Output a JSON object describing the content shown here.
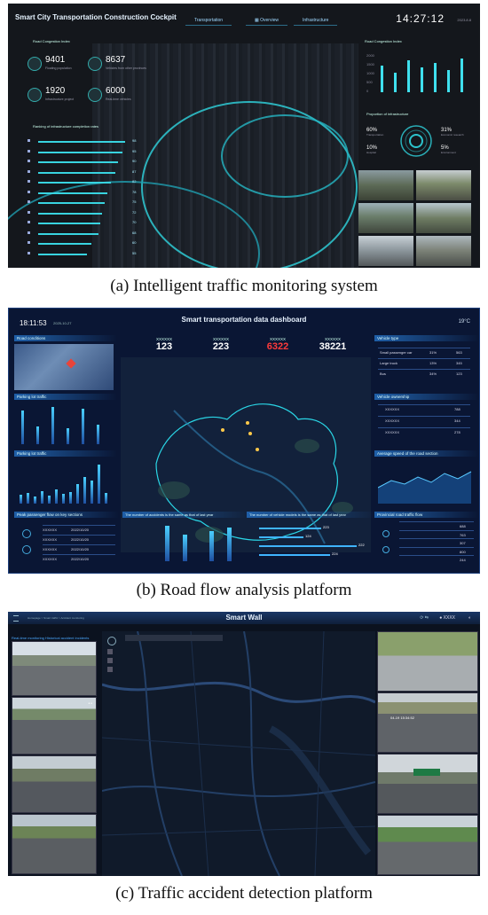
{
  "captions": {
    "a": "(a) Intelligent traffic monitoring system",
    "b": "(b) Road flow analysis platform",
    "c": "(c) Traffic accident detection platform"
  },
  "panel_a": {
    "title": "Smart City Transportation Construction Cockpit",
    "tabs": [
      "Transportation",
      "Overview",
      "Infrastructure"
    ],
    "time": "14:27:12",
    "date": "2023.8.8",
    "section_left_top": "Road Congestion Index",
    "section_left_bottom": "Ranking of infrastructure completion rates",
    "section_right_top": "Road Congestion Index",
    "section_right_mid": "Proportion of infrastructure",
    "stats": [
      {
        "value": "9401",
        "label": "Floating population"
      },
      {
        "value": "8637",
        "label": "Vehicles from other provinces"
      },
      {
        "value": "1920",
        "label": "Infrastructure project"
      },
      {
        "value": "6000",
        "label": "Real-time vehicles"
      }
    ],
    "ranking_values": [
      "98",
      "95",
      "90",
      "87",
      "82",
      "78",
      "75",
      "72",
      "70",
      "68",
      "60",
      "55"
    ],
    "bar_chart_ticks": [
      "2000",
      "1500",
      "1000",
      "500",
      "0"
    ],
    "proportion_items": [
      {
        "value": "60%",
        "label": "Transportation"
      },
      {
        "value": "10%",
        "label": "Hospital"
      },
      {
        "value": "31%",
        "label": "Economic research"
      },
      {
        "value": "5%",
        "label": "Environment"
      }
    ],
    "accent_color": "#2fd6e0"
  },
  "panel_b": {
    "title": "Smart transportation data dashboard",
    "time": "18:11:53",
    "date": "2025-10-27",
    "temperature": "19°C",
    "kpis": [
      {
        "label": "XXXXXX",
        "value": "123"
      },
      {
        "label": "XXXXXX",
        "value": "223"
      },
      {
        "label": "XXXXXX",
        "value": "6322"
      },
      {
        "label": "XXXXXX",
        "value": "38221"
      }
    ],
    "kpi_alert_color": "#ff3b3b",
    "sections": {
      "road_conditions": "Road conditions",
      "parking1": "Parking lot traffic",
      "parking2": "Parking lot traffic",
      "peak": "Peak passenger flow on key sections",
      "accidents": "The number of accidents is the same as that of last year",
      "vehicle_models": "The number of vehicle models is the same as that of last year",
      "vehicle_type": "Vehicle type",
      "ownership": "Vehicle ownership",
      "avg_speed": "Average speed of the road section",
      "provincial": "Provincial road traffic flow"
    },
    "vehicle_types": [
      {
        "name": "Small passenger car",
        "pct": "31%",
        "value": "563"
      },
      {
        "name": "Large truck",
        "pct": "13%",
        "value": "345"
      },
      {
        "name": "Bus",
        "pct": "34%",
        "value": "123"
      }
    ],
    "ownership": [
      {
        "name": "XXXXXX",
        "value": "788"
      },
      {
        "name": "XXXXXX",
        "value": "344"
      },
      {
        "name": "XXXXXX",
        "value": "278"
      }
    ],
    "peak_rows": [
      {
        "a": "XXXXXX",
        "b": "2022/10/20"
      },
      {
        "a": "XXXXXX",
        "b": "2022/10/20"
      },
      {
        "a": "XXXXXX",
        "b": "2022/10/20"
      },
      {
        "a": "XXXXXX",
        "b": "2022/10/20"
      }
    ],
    "provincial_values": [
      "688",
      "763",
      "307",
      "800",
      "244"
    ],
    "vehicle_model_values": [
      "223",
      "124",
      "222",
      "224"
    ]
  },
  "panel_c": {
    "title": "Smart Wall",
    "left_tabs": "Real-time monitoring  Historical accident incidents",
    "breadcrumb": "Homepage > Smart traffic > Accident monitoring",
    "user": "XXXX",
    "timestamp_overlay": "04-19 15:34:52"
  }
}
